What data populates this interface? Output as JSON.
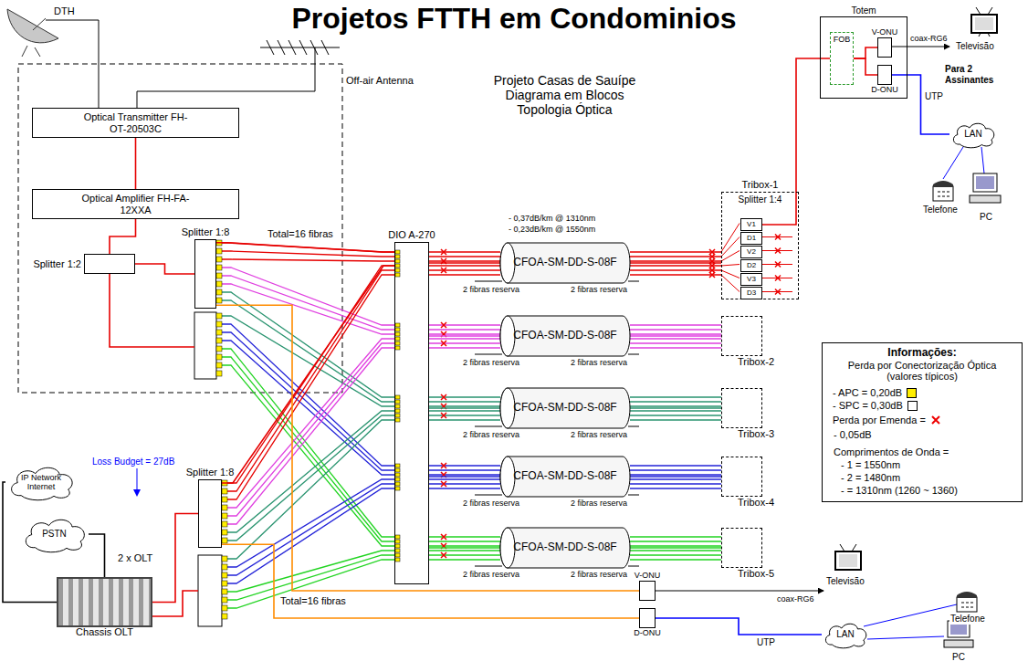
{
  "diagram": {
    "title": "Projetos FTTH em Condominios",
    "nodes": [
      {
        "text": [
          "Optical Transmitter FH-OT-20503C"
        ]
      },
      {
        "text": [
          "Optical Amplifier FH-FA-12XXA"
        ]
      },
      {
        "text": [
          "Splitter 1:2"
        ]
      },
      {
        "text": [
          "Splitter 1:8"
        ]
      },
      {
        "text": [
          "IP Network Internet"
        ]
      },
      {
        "text": [
          "PSTN"
        ]
      },
      {
        "text": [
          "Chassis OLT"
        ]
      },
      {
        "text": [
          "Splitter 1:8"
        ]
      },
      {
        "text": [
          "DIO A-270"
        ]
      },
      {
        "text": [
          "CFOA-SM-DD-S-08F"
        ]
      },
      {
        "text": [
          "CFOA-SM-DD-S-08F"
        ]
      },
      {
        "text": [
          "CFOA-SM-DD-S-08F"
        ]
      },
      {
        "text": [
          "CFOA-SM-DD-S-08F"
        ]
      },
      {
        "text": [
          "CFOA-SM-DD-S-08F"
        ]
      },
      {
        "text": [
          "Tribox-1",
          "Splitter 1:4"
        ]
      },
      {
        "text": [
          "V1"
        ],
        "in": 14
      },
      {
        "text": [
          "D1"
        ],
        "in": 14
      },
      {
        "text": [
          "V2"
        ],
        "in": 14
      },
      {
        "text": [
          "D2"
        ],
        "in": 14
      },
      {
        "text": [
          "V3"
        ],
        "in": 14
      },
      {
        "text": [
          "D3"
        ],
        "in": 14
      },
      {
        "text": [
          "Tribox-2"
        ]
      },
      {
        "text": [
          "Tribox-3"
        ]
      },
      {
        "text": [
          "Tribox-4"
        ]
      },
      {
        "text": [
          "Tribox-5"
        ]
      },
      {
        "text": [
          "Totem"
        ]
      },
      {
        "text": [
          "FOB"
        ],
        "in": 25
      },
      {
        "text": [
          "V-ONU"
        ],
        "in": 25
      },
      {
        "text": [
          "D-ONU"
        ],
        "in": 25
      },
      {
        "text": [
          "LAN"
        ]
      },
      {
        "text": [
          "V-ONU"
        ]
      },
      {
        "text": [
          "D-ONU"
        ]
      },
      {
        "text": [
          "LAN"
        ]
      },
      {
        "text": [
          "Informações:",
          "Perda por Conectorização Óptica (valores típicos)"
        ]
      }
    ],
    "edges": [
      {
        "from": 0,
        "to": 1,
        "arrow": "none"
      },
      {
        "from": 1,
        "to": 2,
        "arrow": "none"
      },
      {
        "from": 2,
        "to": 3,
        "arrow": "none"
      },
      {
        "from": 4,
        "to": 6,
        "arrow": "none"
      },
      {
        "from": 5,
        "to": 6,
        "arrow": "none"
      },
      {
        "from": 6,
        "to": 7,
        "arrow": "none"
      },
      {
        "from": 3,
        "to": 8,
        "arrow": "none"
      },
      {
        "from": 7,
        "to": 8,
        "arrow": "none"
      },
      {
        "from": 8,
        "to": 9,
        "arrow": "none"
      },
      {
        "from": 8,
        "to": 10,
        "arrow": "none"
      },
      {
        "from": 8,
        "to": 11,
        "arrow": "none"
      },
      {
        "from": 8,
        "to": 12,
        "arrow": "none"
      },
      {
        "from": 8,
        "to": 13,
        "arrow": "none"
      },
      {
        "from": 9,
        "to": 14,
        "arrow": "none"
      },
      {
        "from": 10,
        "to": 21,
        "arrow": "none"
      },
      {
        "from": 11,
        "to": 22,
        "arrow": "none"
      },
      {
        "from": 12,
        "to": 23,
        "arrow": "none"
      },
      {
        "from": 13,
        "to": 24,
        "arrow": "none"
      },
      {
        "from": 15,
        "to": 26,
        "arrow": "none"
      },
      {
        "from": 26,
        "to": 27,
        "arrow": "none"
      },
      {
        "from": 26,
        "to": 28,
        "arrow": "none"
      },
      {
        "from": 28,
        "to": 29,
        "label": "UTP",
        "arrow": "none"
      },
      {
        "from": 3,
        "to": 30,
        "arrow": "none"
      },
      {
        "from": 7,
        "to": 31,
        "arrow": "none"
      },
      {
        "from": 31,
        "to": 32,
        "label": "UTP",
        "arrow": "none"
      }
    ],
    "labels": [
      "DTH",
      "Off-air Antenna",
      "Total=16 fibras",
      "Total=16 fibras",
      "Loss Budget = 27dB",
      "2 x OLT",
      "- 0,37dB/km @ 1310nm",
      "- 0,23dB/km @ 1550nm",
      "2 fibras reserva",
      "2 fibras reserva",
      "2 fibras reserva",
      "2 fibras reserva",
      "2 fibras reserva",
      "2 fibras reserva",
      "2 fibras reserva",
      "2 fibras reserva",
      "2 fibras reserva",
      "2 fibras reserva",
      "Projeto Casas de Sauípe Diagrama em Blocos Topologia Óptica",
      "Televisão",
      "Para 2 Assinantes",
      "coax-RG6",
      "Telefone",
      "PC",
      "coax-RG6",
      "Televisão",
      "Telefone",
      "PC",
      "- 0,05dB",
      "Comprimentos de Onda =",
      "- 1 = 1550nm",
      "- 2 = 1480nm",
      "- = 1310nm (1260 ~ 1360)"
    ],
    "legend": [
      {
        "text": "- APC = 0,20dB",
        "color": "#ffee00"
      },
      {
        "text": "- SPC = 0,30dB",
        "color": "#ffffff"
      },
      {
        "text": "Perda por Emenda ="
      }
    ]
  }
}
